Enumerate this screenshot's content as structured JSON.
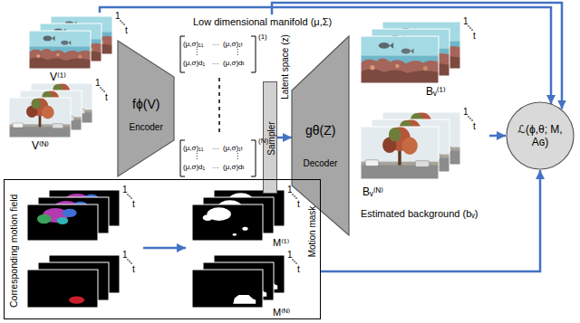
{
  "diagram": {
    "nodes": [
      {
        "text": [
          "V⁽¹⁾",
          "V⁽ᴺ⁾"
        ]
      },
      {
        "text": [
          "fϕ(V)",
          "Encoder"
        ]
      },
      {
        "text": [
          "Sampler"
        ]
      },
      {
        "text": [
          "gθ(Z)",
          "Decoder"
        ]
      },
      {
        "text": [
          "Bᵥ⁽¹⁾",
          "Bᵥ⁽ᴺ⁾",
          "Estimated background (bᵥ)"
        ]
      },
      {
        "text": [
          "ℒ(ϕ,θ; M, Aɢ)"
        ]
      },
      {
        "text": [
          "Corresponding motion field",
          "Motion mask",
          "M⁽¹⁾",
          "M⁽ᴺ⁾"
        ]
      }
    ],
    "edges": [
      {
        "from": 2,
        "to": 3,
        "label": "Latent space (z)",
        "arrow": "to"
      },
      {
        "from": 0,
        "to": 5,
        "arrow": "to"
      },
      {
        "from": 4,
        "to": 5,
        "arrow": "to"
      },
      {
        "from": 6,
        "to": 5,
        "arrow": "to"
      }
    ],
    "labels": [
      "Low dimensional manifold (μ,Σ)",
      "(μ,σ)₁₁",
      "…",
      "(μ,σ)₁ₜ",
      "⋮",
      "⋮",
      "(μ,σ)d₁",
      "…",
      "(μ,σ)dₜ",
      "(1)",
      "(μ,σ)₁₁",
      "…",
      "(μ,σ)₁ₜ",
      "⋮",
      "⋮",
      "(μ,σ)d₁",
      "…",
      "(μ,σ)dₜ",
      "(N)",
      "1",
      "t",
      "1",
      "t",
      "1",
      "t",
      "1",
      "t",
      "1",
      "t",
      "1",
      "t",
      "1",
      "t",
      "1",
      "t"
    ]
  }
}
